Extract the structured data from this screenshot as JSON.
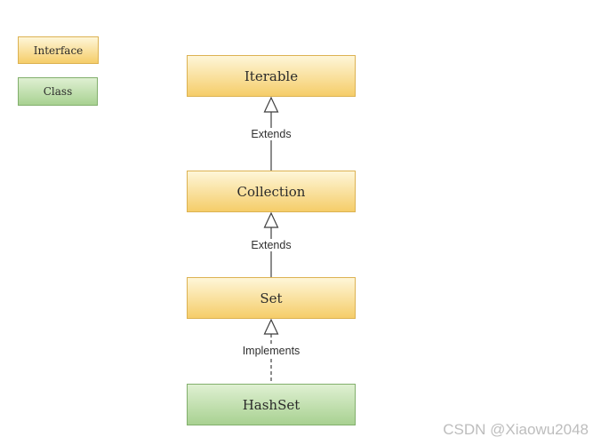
{
  "legend": {
    "interface_label": "Interface",
    "class_label": "Class"
  },
  "diagram": {
    "nodes": [
      {
        "label": "Iterable",
        "type": "interface"
      },
      {
        "label": "Collection",
        "type": "interface"
      },
      {
        "label": "Set",
        "type": "interface"
      },
      {
        "label": "HashSet",
        "type": "class"
      }
    ],
    "edges": [
      {
        "label": "Extends",
        "style": "solid",
        "from": "Collection",
        "to": "Iterable"
      },
      {
        "label": "Extends",
        "style": "solid",
        "from": "Set",
        "to": "Collection"
      },
      {
        "label": "Implements",
        "style": "dashed",
        "from": "HashSet",
        "to": "Set"
      }
    ]
  },
  "watermark": "CSDN @Xiaowu2048",
  "colors": {
    "interface_top": "#FEF6D8",
    "interface_bottom": "#F5CD69",
    "interface_border": "#DCB252",
    "class_top": "#DFF0D2",
    "class_bottom": "#A8D191",
    "class_border": "#82AF6C",
    "line": "#3f3f3f",
    "label_text": "#303030",
    "box_text": "#2b2b2b",
    "watermark": "#BDBDBD"
  }
}
